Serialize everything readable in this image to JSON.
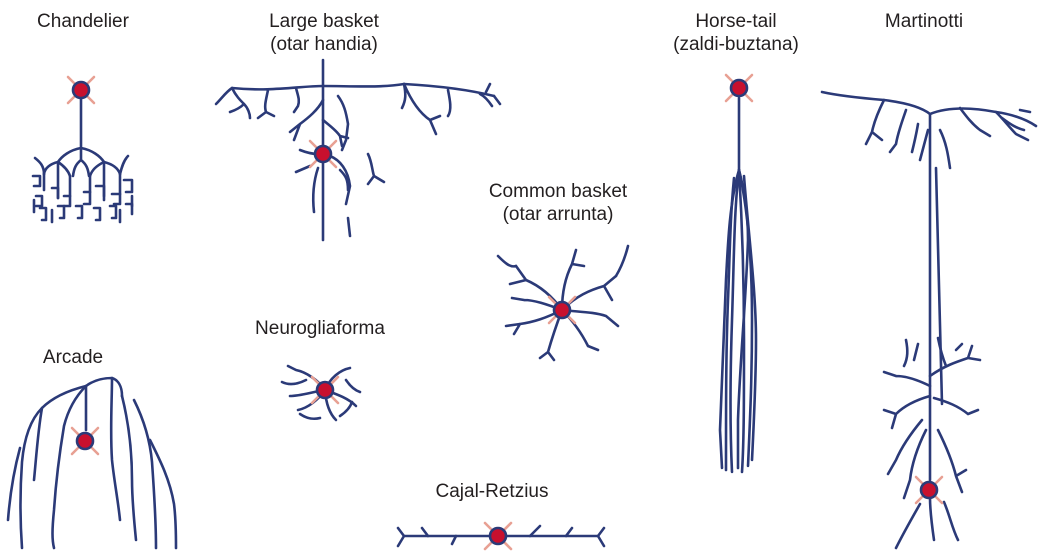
{
  "neurons": [
    {
      "id": "chandelier",
      "label": "Chandelier"
    },
    {
      "id": "large-basket",
      "label": "Large basket",
      "sublabel": "(otar handia)"
    },
    {
      "id": "horse-tail",
      "label": "Horse-tail",
      "sublabel": "(zaldi-buztana)"
    },
    {
      "id": "martinotti",
      "label": "Martinotti"
    },
    {
      "id": "common-basket",
      "label": "Common basket",
      "sublabel": "(otar arrunta)"
    },
    {
      "id": "neurogliaforma",
      "label": "Neurogliaforma"
    },
    {
      "id": "arcade",
      "label": "Arcade"
    },
    {
      "id": "cajal-retzius",
      "label": "Cajal-Retzius"
    }
  ],
  "colors": {
    "dendrite": "#2b3a78",
    "soma": "#c8102e",
    "soma_rays": "#e8a093",
    "text": "#231f20"
  }
}
